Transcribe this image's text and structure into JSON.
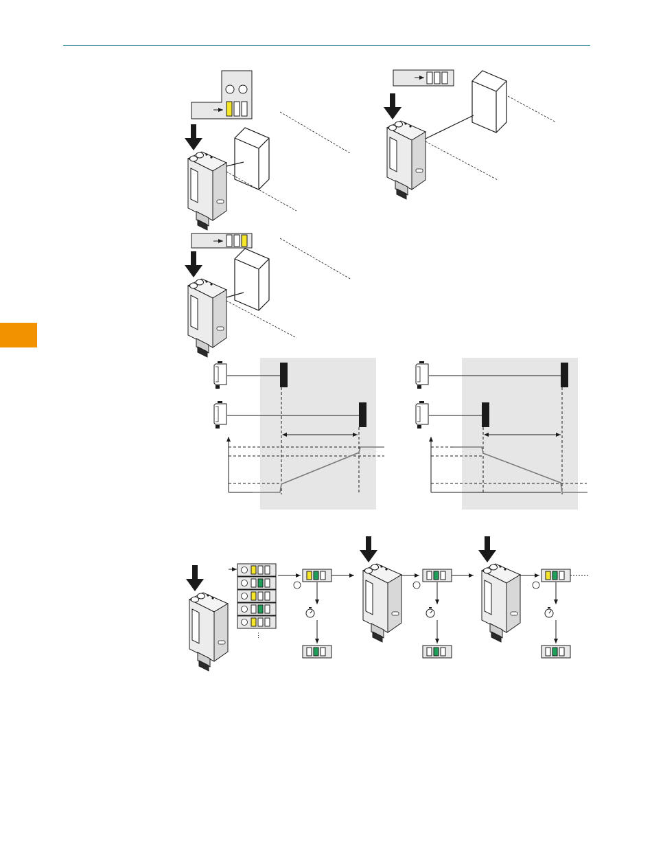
{
  "colors": {
    "header_rule": "#2a8a9a",
    "side_tab": "#f39200",
    "led_yellow": "#f6e62a",
    "led_green": "#1ea05a",
    "shade": "#e6e6e6",
    "ink": "#1a1a1a",
    "sensor_body": "#eeeeee"
  },
  "figures": {
    "teach_step_1": {
      "indicator_pattern": [
        "yellow",
        "off",
        "off"
      ]
    },
    "teach_step_2": {
      "indicator_pattern": [
        "off",
        "off",
        "off"
      ]
    },
    "teach_step_3": {
      "indicator_pattern": [
        "off",
        "off",
        "yellow"
      ]
    },
    "menu_list": {
      "rows": [
        [
          "yellow",
          "off",
          "off"
        ],
        [
          "off",
          "green",
          "off"
        ],
        [
          "yellow",
          "off",
          "off"
        ],
        [
          "off",
          "green",
          "off"
        ],
        [
          "yellow",
          "off",
          "off"
        ]
      ]
    },
    "sequence": [
      {
        "top": [
          "yellow",
          "green",
          "off"
        ],
        "bottom": [
          "off",
          "green",
          "off"
        ]
      },
      {
        "top": [
          "off",
          "green",
          "off"
        ],
        "bottom": [
          "off",
          "green",
          "off"
        ]
      },
      {
        "top": [
          "yellow",
          "green",
          "off"
        ],
        "bottom": [
          "off",
          "green",
          "off"
        ]
      }
    ],
    "icons": [
      "push-arrow-icon",
      "timer-icon",
      "sensor-icon",
      "target-object-icon",
      "arrow-right-icon"
    ]
  }
}
